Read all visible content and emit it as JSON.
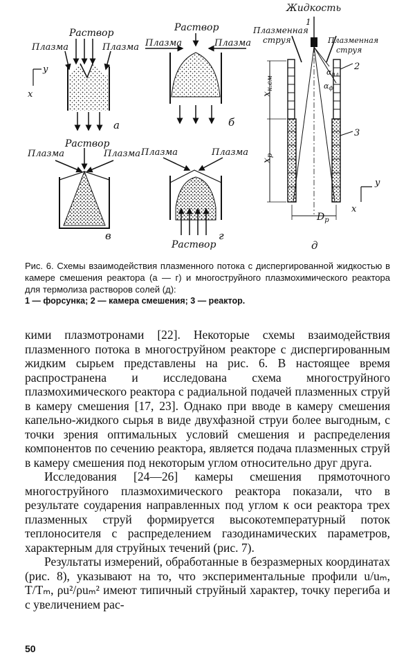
{
  "figure": {
    "panel_a": {
      "top": "Раствор",
      "left": "Плазма",
      "right": "Плазма",
      "axis_y": "y",
      "axis_x": "x",
      "letter": "а"
    },
    "panel_b": {
      "top": "Раствор",
      "left": "Плазма",
      "right": "Плазма",
      "letter": "б"
    },
    "panel_v": {
      "top": "Раствор",
      "left": "Плазма",
      "right": "Плазма",
      "letter": "в"
    },
    "panel_g": {
      "left": "Плазма",
      "right": "Плазма",
      "bottom": "Раствор",
      "letter": "г"
    },
    "panel_d": {
      "top": "Жидкость",
      "left_jet_1": "Плазменная",
      "left_jet_2": "струя",
      "right_jet_1": "Плазменная",
      "right_jet_2": "струя",
      "num_1": "1",
      "num_2": "2",
      "num_3": "3",
      "x_ksm": "x",
      "x_ksm_sub": "к.см",
      "x_p": "x",
      "x_p_sub": "р",
      "alpha_pl": "α",
      "alpha_pl_sub": "пл",
      "alpha_f": "α",
      "alpha_f_sub": "ф",
      "d_p": "D",
      "d_p_sub": "р",
      "axis_y": "y",
      "axis_x": "x",
      "letter": "д"
    }
  },
  "caption": {
    "text": "Рис. 6. Схемы взаимодействия плазменного потока с диспергированной жидкостью в камере смешения реактора (а — г) и многоструйного плазмохимического реактора для термолиза растворов солей (д):",
    "legend": "1 — форсунка; 2 — камера смешения; 3 — реактор."
  },
  "body": {
    "p1": "кими плазмотронами [22]. Некоторые схемы взаимодействия плазменного потока в многоструйном реакторе с диспергированным жидким сырьем представлены на рис. 6. В настоящее время распространена и исследована схема многоструйного плазмохимического реактора с радиальной подачей плазменных струй в камеру смешения [17, 23]. Однако при вводе в камеру смешения капельно-жидкого сырья в виде двухфазной струи более выгодным, с точки зрения оптимальных условий смешения и распределения компонентов по сечению реактора, является подача плазменных струй в камеру смешения под некоторым углом относительно друг друга.",
    "p2": "Исследования [24—26] камеры смешения прямоточного многоструйного плазмохимического реактора показали, что в результате соударения направленных под углом к оси реактора трех плазменных струй формируется высокотемпературный поток теплоносителя с распределением газодинамических параметров, характерным для струйных течений (рис. 7).",
    "p3": "Результаты измерений, обработанные в безразмерных координатах (рис. 8), указывают на то, что экспериментальные профили u/uₘ, T/Tₘ, ρu²/ρuₘ² имеют типичный струйный характер, точку перегиба и с увеличением рас-"
  },
  "page_number": "50"
}
